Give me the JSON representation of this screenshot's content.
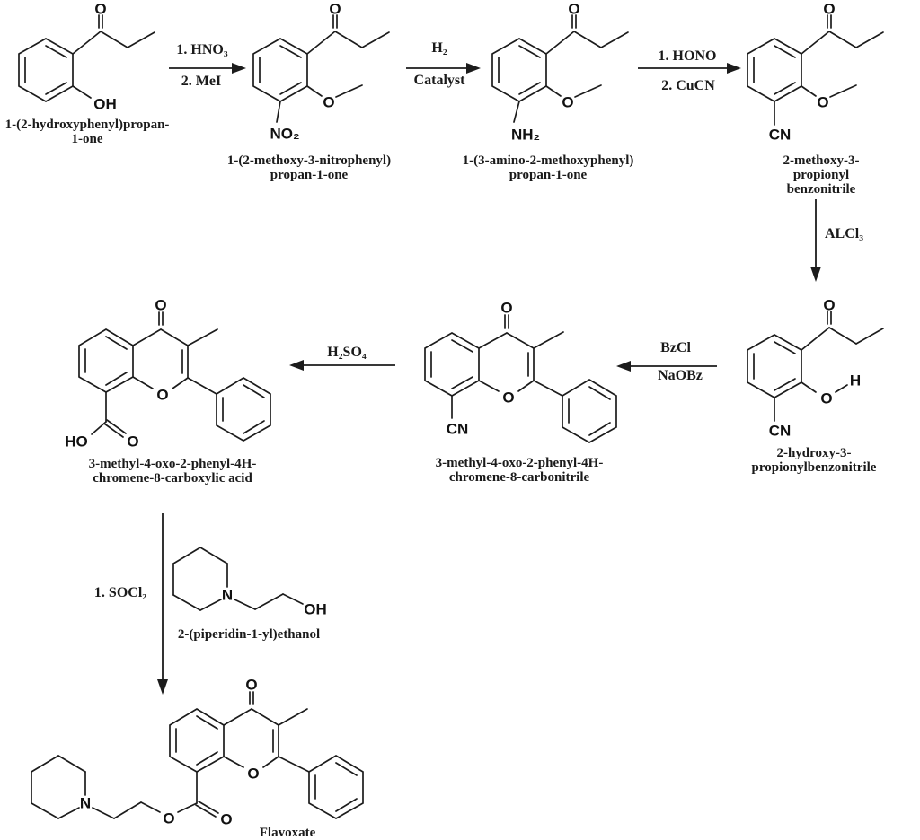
{
  "title": "Flavoxate synthesis scheme",
  "colors": {
    "ink": "#1c1c1c",
    "background": "#ffffff"
  },
  "atoms": {
    "o": "O",
    "oh": "OH",
    "ho": "HO",
    "h": "H",
    "n": "N",
    "cn": "CN",
    "no2": "NO₂",
    "nh2": "NH₂"
  },
  "compounds": {
    "m1": {
      "name": "1-(2-hydroxyphenyl)propan-\n1-one"
    },
    "m2": {
      "name": "1-(2-methoxy-3-nitrophenyl)\npropan-1-one"
    },
    "m3": {
      "name": "1-(3-amino-2-methoxyphenyl)\npropan-1-one"
    },
    "m4": {
      "name": "2-methoxy-3-propionyl\nbenzonitrile"
    },
    "m5": {
      "name": "2-hydroxy-3-propionylbenzonitrile"
    },
    "m6": {
      "name": "3-methyl-4-oxo-2-phenyl-4H-\nchromene-8-carbonitrile"
    },
    "m7": {
      "name": "3-methyl-4-oxo-2-phenyl-4H-\nchromene-8-carboxylic acid"
    },
    "m8": {
      "name": "2-(piperidin-1-yl)ethanol"
    },
    "m9": {
      "name": "Flavoxate"
    }
  },
  "reactions": {
    "step1": {
      "above": "1. HNO₃",
      "below": "2. MeI"
    },
    "step2": {
      "above": "H₂",
      "below": "Catalyst"
    },
    "step3": {
      "above": "1. HONO",
      "below": "2. CuCN"
    },
    "step4": {
      "label": "ALCl₃"
    },
    "step5": {
      "above": "BzCl",
      "below": "NaOBz"
    },
    "step6": {
      "above": "H₂SO₄"
    },
    "step7": {
      "label": "1. SOCl₂"
    }
  }
}
